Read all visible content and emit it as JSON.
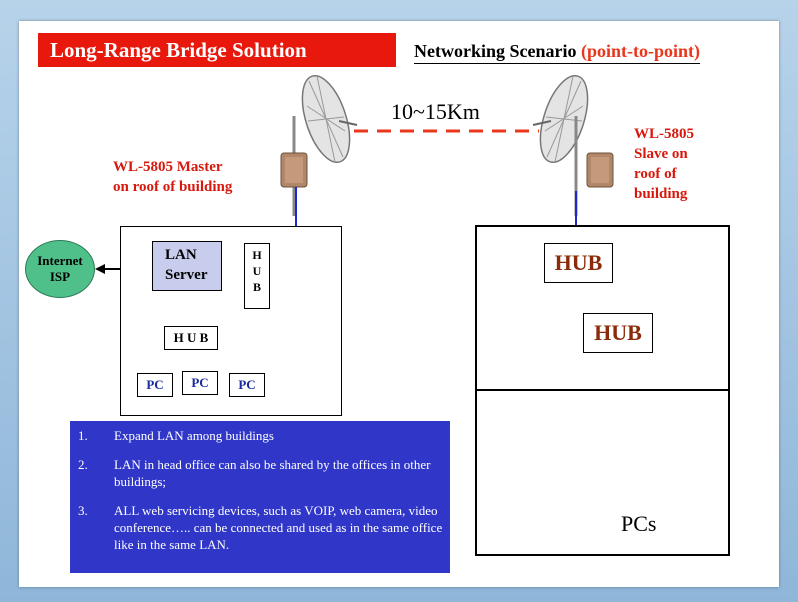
{
  "title": "Long-Range Bridge Solution",
  "subtitle": {
    "text": "Networking Scenario",
    "mode": "(point-to-point)"
  },
  "distance": "10~15Km",
  "master_label": [
    "WL-5805 Master",
    "on roof of building"
  ],
  "slave_label": [
    "WL-5805",
    "Slave on",
    "roof of",
    "building"
  ],
  "left_site": {
    "internet": [
      "Internet",
      "ISP"
    ],
    "lan_server": [
      "LAN",
      "Server"
    ],
    "hub_vertical": "H\nU\nB",
    "hub": "H U B",
    "pcs": [
      "PC",
      "PC",
      "PC"
    ]
  },
  "right_site": {
    "hub_top": "HUB",
    "hub_second": "HUB",
    "pcs_label": "PCs"
  },
  "info_list": [
    {
      "num": "1.",
      "text": "Expand LAN among buildings"
    },
    {
      "num": "2.",
      "text": "LAN in head office can also be shared by the offices in other buildings;"
    },
    {
      "num": "3.",
      "text": "ALL web servicing devices, such as VOIP, web camera, video conference….. can be connected and used as in the same office like in the same LAN."
    }
  ],
  "colors": {
    "title_bar": "#e8180c",
    "label_red": "#d8180c",
    "cable_blue": "#1a2ad0",
    "info_bg": "#2f36c8",
    "hub_text": "#8b2b0a",
    "internet_green": "#4fc08a",
    "server_fill": "#c8cdee"
  }
}
